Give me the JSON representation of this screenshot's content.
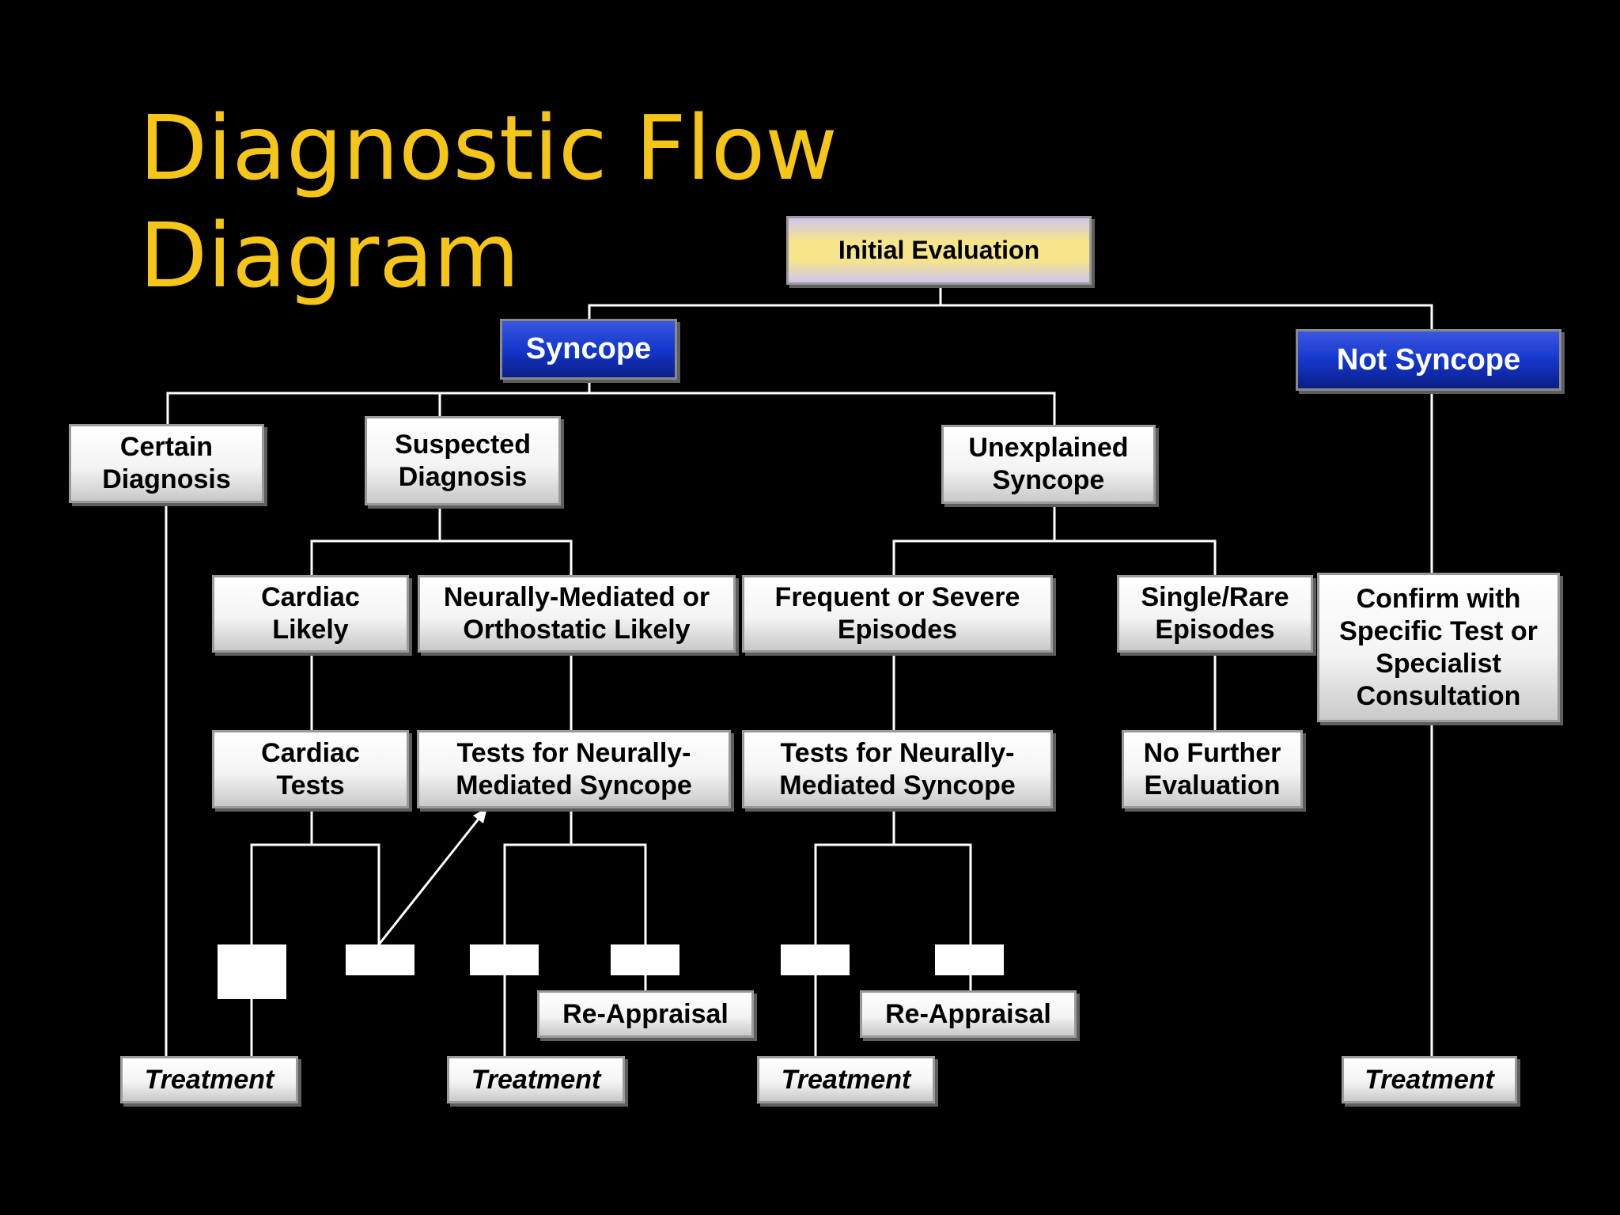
{
  "title": {
    "line1": "Diagnostic Flow",
    "line2": "Diagram"
  },
  "colors": {
    "background": "#000000",
    "title": "#f5c518",
    "syncope_box": "#1437cc",
    "initial_box": "#f6e58a",
    "connector": "#ffffff"
  },
  "nodes": {
    "initial_evaluation": "Initial Evaluation",
    "syncope": "Syncope",
    "not_syncope": "Not Syncope",
    "certain_diagnosis": "Certain\nDiagnosis",
    "suspected_diagnosis": "Suspected\nDiagnosis",
    "unexplained_syncope": "Unexplained\nSyncope",
    "cardiac_likely": "Cardiac\nLikely",
    "neurally_mediated_likely": "Neurally-Mediated or\nOrthostatic Likely",
    "frequent_severe": "Frequent or Severe\nEpisodes",
    "single_rare": "Single/Rare\nEpisodes",
    "confirm_specific": "Confirm with\nSpecific Test or\nSpecialist\nConsultation",
    "cardiac_tests": "Cardiac\nTests",
    "tests_nm_1": "Tests for Neurally-\nMediated Syncope",
    "tests_nm_2": "Tests for Neurally-\nMediated Syncope",
    "no_further": "No Further\nEvaluation",
    "reappraisal_1": "Re-Appraisal",
    "reappraisal_2": "Re-Appraisal",
    "treatment_1": "Treatment",
    "treatment_2": "Treatment",
    "treatment_3": "Treatment",
    "treatment_4": "Treatment"
  }
}
